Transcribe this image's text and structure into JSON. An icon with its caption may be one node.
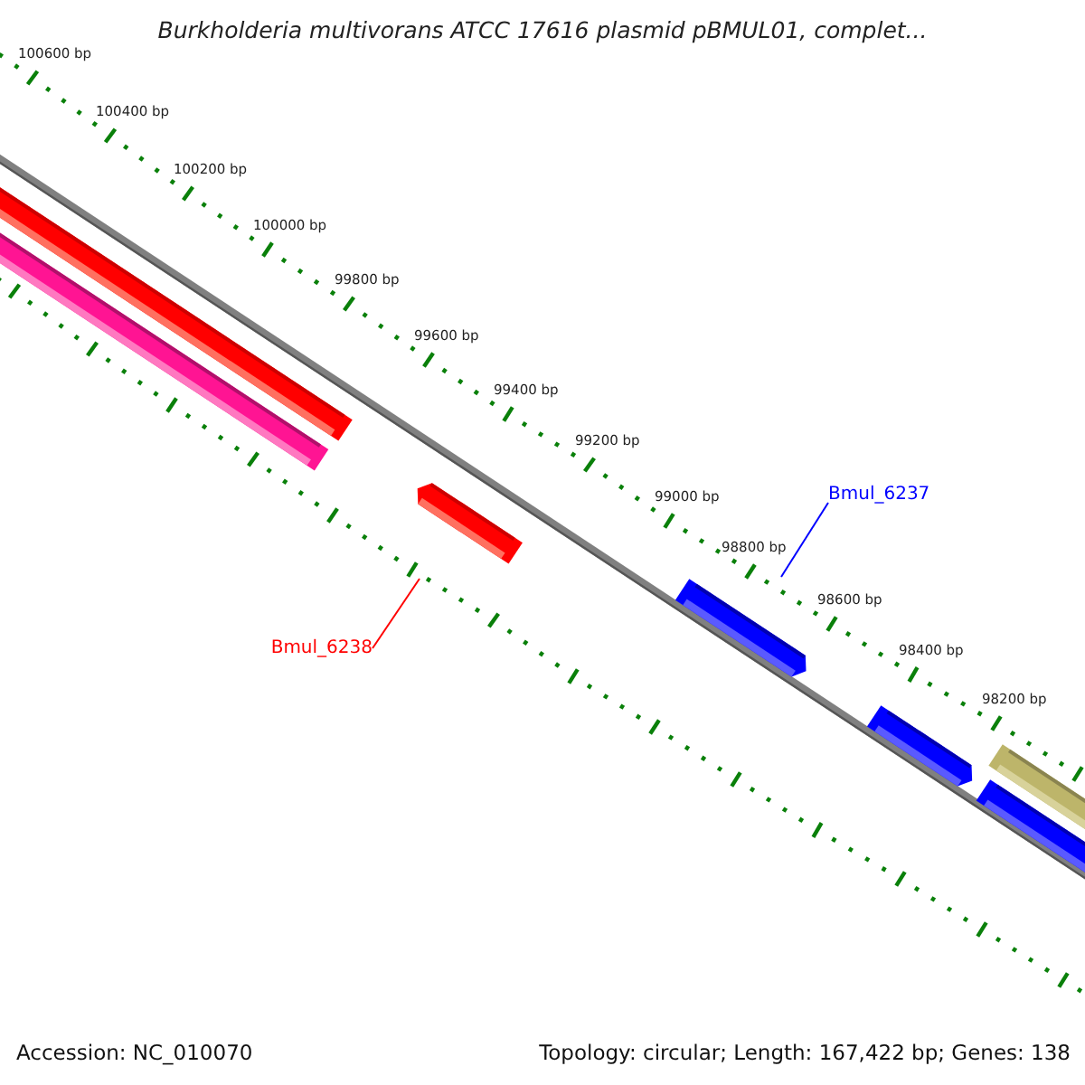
{
  "diagram": {
    "title": "Burkholderia multivorans ATCC 17616 plasmid pBMUL01, complet...",
    "nodes": [
      {
        "text": [
          "Bmul_6237"
        ]
      },
      {
        "text": [
          "Bmul_6238"
        ]
      }
    ],
    "edges": [
      {
        "from": 0,
        "to": null,
        "arrow": "none",
        "color": "#0000ff"
      },
      {
        "from": 1,
        "to": null,
        "arrow": "none",
        "color": "#ff0000"
      }
    ],
    "labels": [
      "100600 bp",
      "100400 bp",
      "100200 bp",
      "100000 bp",
      "99800 bp",
      "99600 bp",
      "99400 bp",
      "99200 bp",
      "99000 bp",
      "98800 bp",
      "98600 bp",
      "98400 bp",
      "98200 bp",
      "Accession: NC_010070",
      "Topology: circular; Length: 167,422 bp; Genes: 138"
    ]
  }
}
